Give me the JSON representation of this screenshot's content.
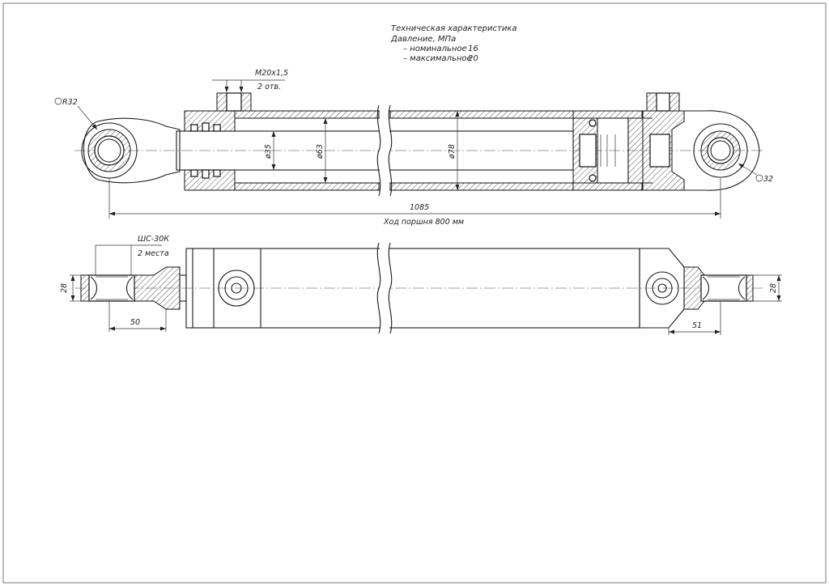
{
  "spec": {
    "title": "Техническая характеристика",
    "pressure": "Давление, МПа",
    "nominal_label": "– номинальное",
    "nominal_value": "16",
    "max_label": "– максимальное",
    "max_value": "20"
  },
  "dims": {
    "thread": "М20х1,5",
    "thread_count": "2 отв.",
    "r_left": "R32",
    "d_right": "32",
    "rod_d": "ø35",
    "bore_d": "ø63",
    "outer_d": "ø78",
    "length": "1085",
    "stroke": "Ход поршня 800 мм",
    "bearing": "ШС-30К",
    "bearing_count": "2 места",
    "eye_w_left": "28",
    "eye_w_right": "28",
    "dist_left": "50",
    "dist_right": "51"
  }
}
